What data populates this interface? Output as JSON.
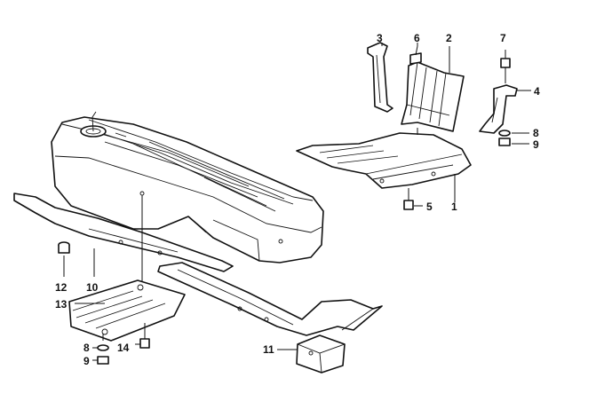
{
  "diagram": {
    "callouts": {
      "c1": "1",
      "c2": "2",
      "c3": "3",
      "c4": "4",
      "c5": "5",
      "c6": "6",
      "c7": "7",
      "c8a": "8",
      "c9a": "9",
      "c10": "10",
      "c11": "11",
      "c12": "12",
      "c13": "13",
      "c14": "14",
      "c8b": "8",
      "c9b": "9"
    }
  }
}
